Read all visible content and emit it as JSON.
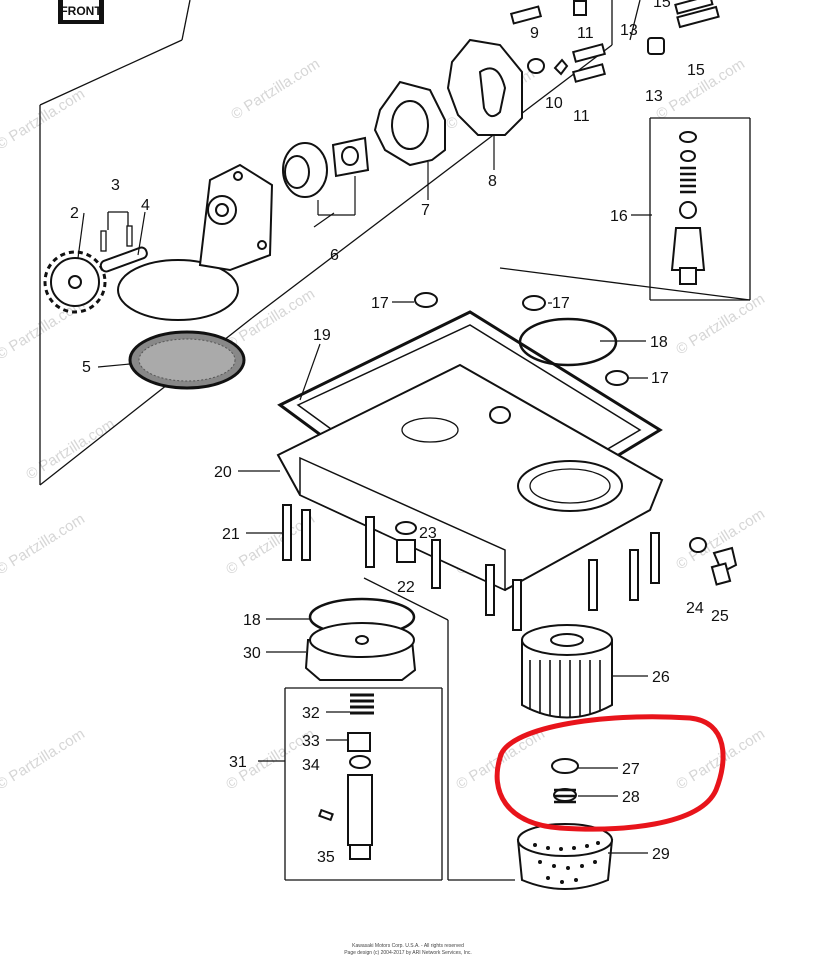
{
  "front_tag": "FRONT",
  "callouts": [
    "2",
    "3",
    "4",
    "5",
    "6",
    "7",
    "8",
    "9",
    "10",
    "11",
    "11",
    "13",
    "13",
    "15",
    "15",
    "16",
    "17",
    "17",
    "17",
    "18",
    "18",
    "19",
    "20",
    "21",
    "22",
    "23",
    "24",
    "25",
    "26",
    "27",
    "28",
    "29",
    "30",
    "31",
    "32",
    "33",
    "34",
    "35"
  ],
  "watermark": "© Partzilla.com",
  "copyright_line1": "Kawasaki Motors Corp. U.S.A. - All rights reserved",
  "copyright_line2": "Page design (c) 2004-2017 by ARI Network Services, Inc.",
  "highlight_color": "#e8141b"
}
